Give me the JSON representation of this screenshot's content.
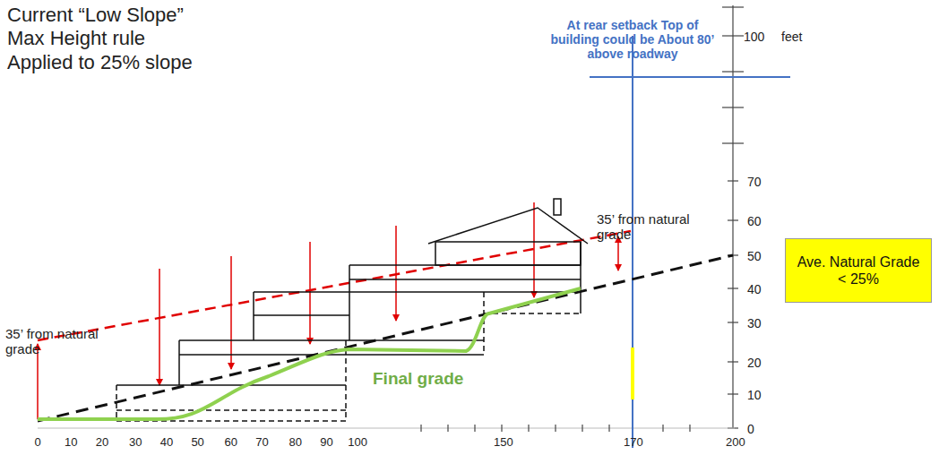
{
  "diagram": {
    "title": "Current “Low Slope” Max Height rule Applied to 25% slope",
    "nodes": [
      {
        "text": [
          "Ave. Natural Grade < 25%"
        ]
      }
    ],
    "labels": [
      "At rear setback Top of building could be About 80’ above roadway",
      "100",
      "feet",
      "70",
      "60",
      "50",
      "40",
      "30",
      "20",
      "10",
      "0",
      "35’ from natural grade",
      "35’ from natural grade",
      "Final grade",
      "0",
      "10",
      "20",
      "30",
      "40",
      "50",
      "60",
      "70",
      "80",
      "90",
      "100",
      "150",
      "170",
      "200"
    ]
  }
}
